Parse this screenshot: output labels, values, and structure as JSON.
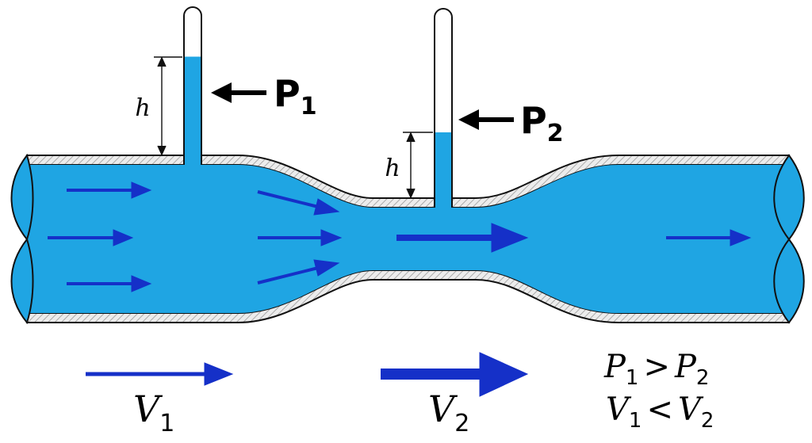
{
  "colors": {
    "water": "#1fa5e3",
    "arrow": "#1530c8",
    "wall_fill": "#e6e6e6",
    "outline": "#111111"
  },
  "labels": {
    "h_left": "h",
    "h_right": "h",
    "p1": {
      "letter": "P",
      "sub": "1"
    },
    "p2": {
      "letter": "P",
      "sub": "2"
    },
    "v1": {
      "letter": "V",
      "sub": "1"
    },
    "v2": {
      "letter": "V",
      "sub": "2"
    },
    "rel1": {
      "a": "P",
      "a_sub": "1",
      "op": ">",
      "b": "P",
      "b_sub": "2"
    },
    "rel2": {
      "a": "V",
      "a_sub": "1",
      "op": "<",
      "b": "V",
      "b_sub": "2"
    }
  },
  "icons": {
    "pressure_arrow": "left-arrow",
    "flow_arrow": "right-arrow"
  }
}
